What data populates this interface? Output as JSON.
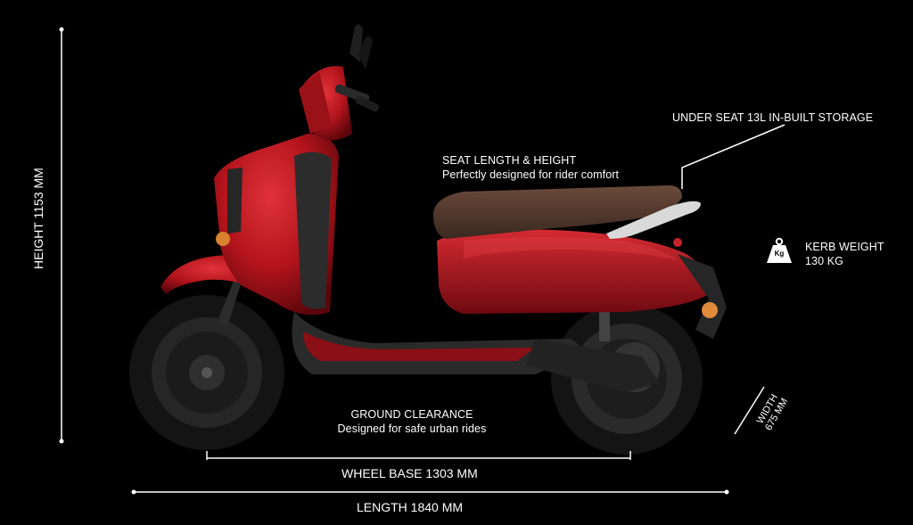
{
  "dimensions": {
    "height": "HEIGHT 1153 MM",
    "wheel_base": "WHEEL BASE 1303 MM",
    "length": "LENGTH 1840 MM",
    "width_title": "WIDTH",
    "width_value": "675 MM"
  },
  "callouts": {
    "seat_title": "SEAT LENGTH & HEIGHT",
    "seat_desc": "Perfectly designed for rider comfort",
    "storage": "UNDER SEAT 13L IN-BUILT STORAGE",
    "kerb_title": "KERB WEIGHT",
    "kerb_value": "130 KG",
    "kerb_icon_text": "Kg",
    "ground_title": "GROUND CLEARANCE",
    "ground_desc": "Designed for safe urban rides"
  },
  "colors": {
    "background": "#000000",
    "body_red": "#b3141c",
    "seat_brown": "#4a3328",
    "text": "#ffffff"
  },
  "icons": [
    "kerb-weight-icon"
  ]
}
